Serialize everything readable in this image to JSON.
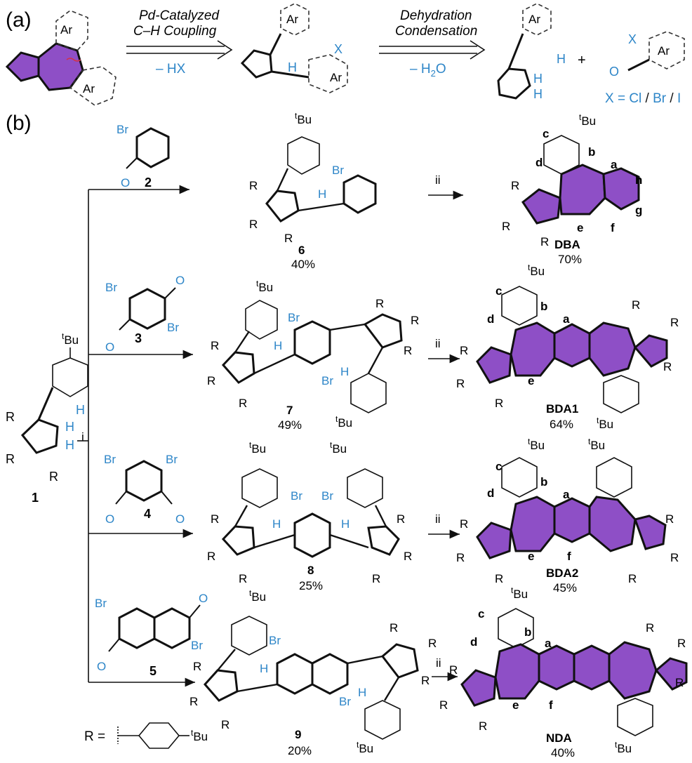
{
  "panel_a": {
    "label": "(a)",
    "arrow1": {
      "line1": "Pd-Catalyzed",
      "line2": "C–H Coupling",
      "below": "– HX"
    },
    "arrow2": {
      "line1": "Dehydration",
      "line2": "Condensation",
      "below": "– H",
      "below_sub": "2",
      "below_tail": "O"
    },
    "ar": "Ar",
    "x": "X",
    "h": "H",
    "o": "O",
    "plus": "+",
    "x_def": {
      "prefix": "X = ",
      "cl": "Cl",
      "sep1": " / ",
      "br": "Br",
      "sep2": " / ",
      "i": "I"
    }
  },
  "panel_b": {
    "label": "(b)",
    "start": {
      "num": "1",
      "reagent": "i"
    },
    "tbu": "Bu",
    "t": "t",
    "r": "R",
    "br": "Br",
    "h": "H",
    "o": "O",
    "step_ii": "ii",
    "rows": [
      {
        "aldehyde": "2",
        "intermediate": "6",
        "yield_int": "40%",
        "product": "DBA",
        "yield_prod": "70%",
        "letters": [
          "a",
          "b",
          "c",
          "d",
          "e",
          "f",
          "g",
          "h"
        ]
      },
      {
        "aldehyde": "3",
        "intermediate": "7",
        "yield_int": "49%",
        "product": "BDA1",
        "yield_prod": "64%",
        "letters": [
          "a",
          "b",
          "c",
          "d",
          "e"
        ]
      },
      {
        "aldehyde": "4",
        "intermediate": "8",
        "yield_int": "25%",
        "product": "BDA2",
        "yield_prod": "45%",
        "letters": [
          "a",
          "b",
          "c",
          "d",
          "e",
          "f"
        ]
      },
      {
        "aldehyde": "5",
        "intermediate": "9",
        "yield_int": "20%",
        "product": "NDA",
        "yield_prod": "40%",
        "letters": [
          "a",
          "b",
          "c",
          "d",
          "e",
          "f"
        ]
      }
    ],
    "r_def": "R ="
  },
  "colors": {
    "purple": "#8e4fc6",
    "blue": "#2e86c8",
    "red": "#d2324a"
  }
}
